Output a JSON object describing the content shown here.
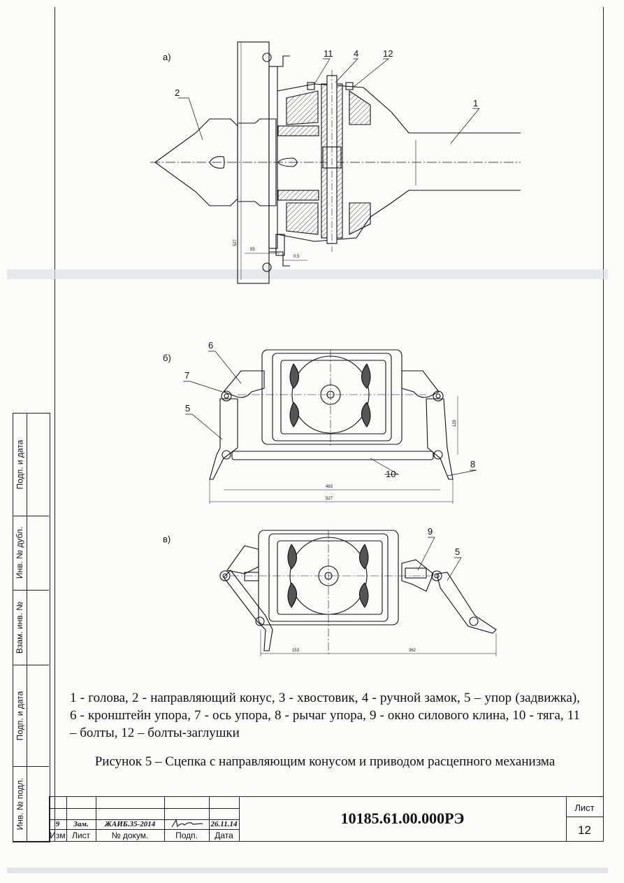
{
  "figures": {
    "a": {
      "label": "а)",
      "callouts": [
        "2",
        "11",
        "4",
        "12",
        "1"
      ],
      "dims": {
        "d527": "527",
        "d55": "55",
        "d05": "0,5"
      }
    },
    "b": {
      "label": "б)",
      "callouts": [
        "6",
        "7",
        "5",
        "10",
        "8"
      ],
      "dims": {
        "d463": "463",
        "d527": "527",
        "d129": "129"
      }
    },
    "c": {
      "label": "в)",
      "callouts": [
        "9",
        "5"
      ],
      "dims": {
        "d153": "153",
        "d362": "362"
      }
    }
  },
  "legend_text": "1 - голова, 2 - направляющий конус, 3 - хвостовик, 4 - ручной замок, 5 – упор (задвижка), 6 - кронштейн упора, 7 - ось упора, 8 - рычаг упора, 9 - окно силового клина, 10 - тяга, 11 – болты, 12 – болты-заглушки",
  "figure_caption": "Рисунок 5 – Сцепка с направляющим конусом и приводом расцепного механизма",
  "side_stamp": {
    "podp_data_1": "Подп. и дата",
    "inv_dubl": "Инв. № дубл.",
    "vzam_inv": "Взам. инв. №",
    "podp_data_2": "Подп. и дата",
    "inv_podl": "Инв. № подл."
  },
  "title_block": {
    "change_row": {
      "izm": "9",
      "list": "Зам.",
      "doc": "ЖАИБ.35-2014",
      "date": "26.11.14"
    },
    "headers": {
      "izm": "Изм",
      "list": "Лист",
      "doc": "№ докум.",
      "podp": "Подп.",
      "data": "Дата"
    },
    "designation": "10185.61.00.000РЭ",
    "sheet_label": "Лист",
    "sheet_number": "12"
  }
}
